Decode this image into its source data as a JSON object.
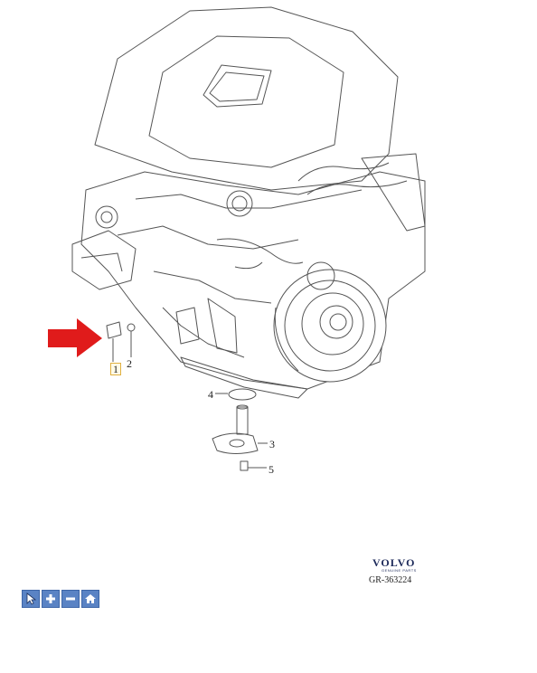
{
  "callouts": {
    "c1": "1",
    "c2": "2",
    "c3": "3",
    "c4": "4",
    "c5": "5"
  },
  "logo": {
    "brand": "VOLVO",
    "tagline": "GENUINE PARTS"
  },
  "reference": "GR-363224",
  "toolbar": {
    "icons": [
      "cursor-icon",
      "zoom-in-icon",
      "zoom-out-icon",
      "home-icon"
    ]
  },
  "colors": {
    "arrow": "#e01b1b",
    "toolbar": "#5a83c4",
    "line": "#444444"
  }
}
